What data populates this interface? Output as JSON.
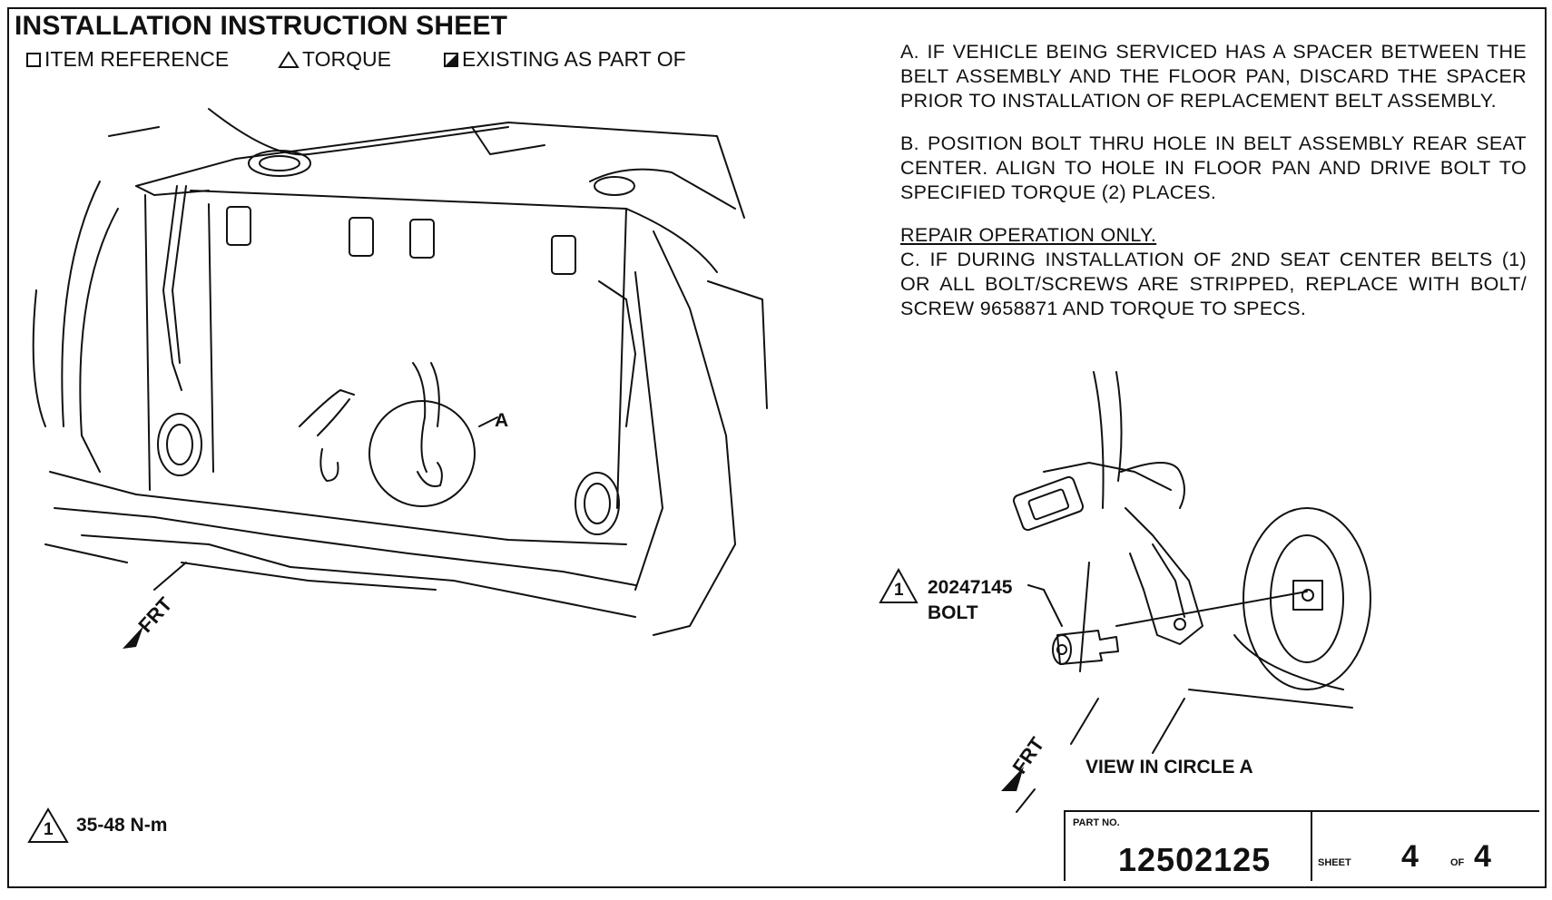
{
  "header": {
    "title": "INSTALLATION INSTRUCTION SHEET",
    "legend": {
      "item_reference": "ITEM REFERENCE",
      "torque": "TORQUE",
      "existing": "EXISTING AS PART OF"
    }
  },
  "notes": {
    "a": "A.  IF VEHICLE BEING SERVICED HAS A SPACER BETWEEN THE BELT ASSEMBLY AND THE FLOOR PAN, DISCARD THE SPACER PRIOR TO INSTALLATION OF REPLACEMENT BELT ASSEMBLY.",
    "b": "B.  POSITION BOLT THRU HOLE IN BELT ASSEMBLY REAR SEAT CENTER. ALIGN TO HOLE IN FLOOR PAN AND DRIVE BOLT TO SPECIFIED TORQUE (2) PLACES.",
    "repair_heading": "REPAIR OPERATION ONLY.",
    "c": "C.  IF DURING INSTALLATION OF 2ND SEAT CENTER BELTS (1) OR ALL BOLT/SCREWS ARE STRIPPED, REPLACE WITH BOLT/ SCREW 9658871 AND TORQUE TO SPECS."
  },
  "illustration": {
    "circle_label": "A",
    "frt_label": "FRT",
    "bolt_torque_ref": "1",
    "bolt_part_number": "20247145",
    "bolt_label": "BOLT",
    "view_caption": "VIEW IN CIRCLE  A"
  },
  "torque_spec": {
    "ref": "1",
    "value": "35-48 N-m"
  },
  "title_block": {
    "part_label": "PART NO.",
    "part_number": "12502125",
    "sheet_label": "SHEET",
    "sheet_number": "4",
    "of_label": "OF",
    "sheet_total": "4"
  }
}
